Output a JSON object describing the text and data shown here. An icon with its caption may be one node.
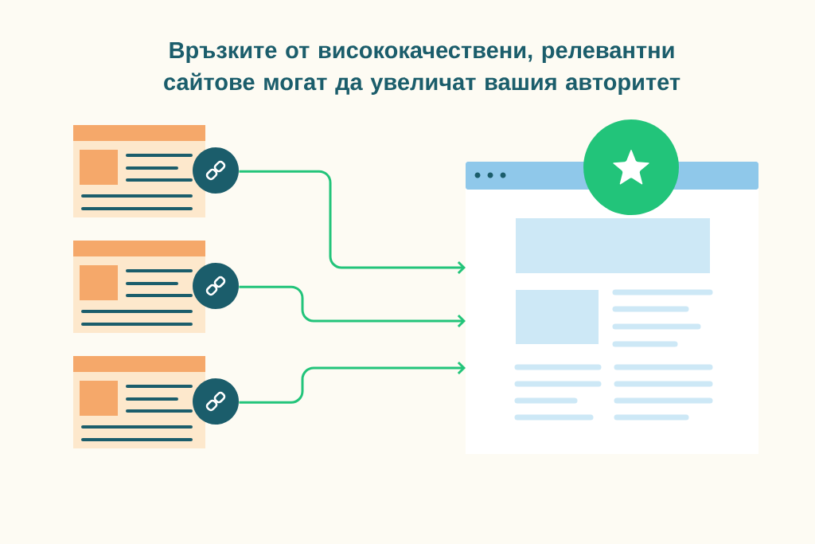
{
  "diagram": {
    "title": "Връзките от висококачествени, релевантни сайтове могат да увеличат вашия авторитет",
    "nodes": [
      {
        "text": [],
        "shape": "picture"
      },
      {
        "text": [],
        "shape": "picture"
      },
      {
        "text": [],
        "shape": "picture"
      },
      {
        "text": [],
        "shape": "picture"
      }
    ],
    "edges": [
      {
        "from": 0,
        "to": 3,
        "arrow": "to"
      },
      {
        "from": 1,
        "to": 3,
        "arrow": "to"
      },
      {
        "from": 2,
        "to": 3,
        "arrow": "to"
      }
    ]
  }
}
